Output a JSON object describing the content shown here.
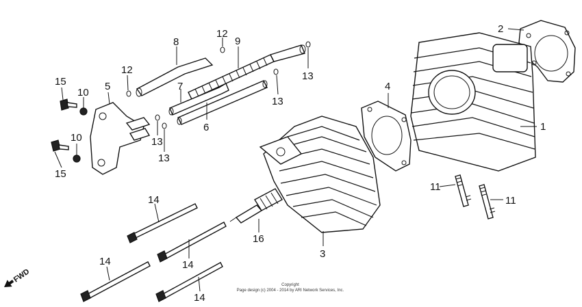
{
  "callouts": [
    {
      "id": "c1",
      "label": "1"
    },
    {
      "id": "c2",
      "label": "2"
    },
    {
      "id": "c3",
      "label": "3"
    },
    {
      "id": "c4",
      "label": "4"
    },
    {
      "id": "c5",
      "label": "5"
    },
    {
      "id": "c6",
      "label": "6"
    },
    {
      "id": "c7",
      "label": "7"
    },
    {
      "id": "c8",
      "label": "8"
    },
    {
      "id": "c9",
      "label": "9"
    },
    {
      "id": "c10a",
      "label": "10"
    },
    {
      "id": "c10b",
      "label": "10"
    },
    {
      "id": "c11a",
      "label": "11"
    },
    {
      "id": "c11b",
      "label": "11"
    },
    {
      "id": "c12a",
      "label": "12"
    },
    {
      "id": "c12b",
      "label": "12"
    },
    {
      "id": "c13a",
      "label": "13"
    },
    {
      "id": "c13b",
      "label": "13"
    },
    {
      "id": "c13c",
      "label": "13"
    },
    {
      "id": "c13d",
      "label": "13"
    },
    {
      "id": "c14a",
      "label": "14"
    },
    {
      "id": "c14b",
      "label": "14"
    },
    {
      "id": "c14c",
      "label": "14"
    },
    {
      "id": "c14d",
      "label": "14"
    },
    {
      "id": "c15a",
      "label": "15"
    },
    {
      "id": "c15b",
      "label": "15"
    },
    {
      "id": "c16",
      "label": "16"
    }
  ],
  "direction_label": "FWD",
  "copyright": {
    "line1": "Copyright",
    "line2": "Page design (c) 2004 - 2014 by ARI Network Services, Inc."
  }
}
